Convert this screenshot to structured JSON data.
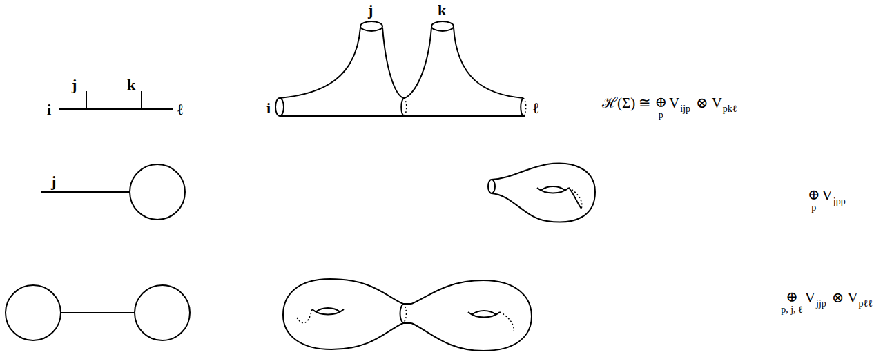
{
  "diagram": {
    "labels": [
      "i",
      "j",
      "k",
      "ℓ",
      "j",
      "k",
      "i",
      "ℓ",
      "ℋ(Σ) ≅",
      "⊕",
      "p",
      "V",
      "ijp",
      "⊗",
      "V",
      "pkℓ",
      "j",
      "⊕",
      "p",
      "V",
      "jpp",
      "⊕",
      "p, j, ℓ",
      "V",
      "jjp",
      "⊗",
      "V",
      "pℓℓ"
    ]
  }
}
